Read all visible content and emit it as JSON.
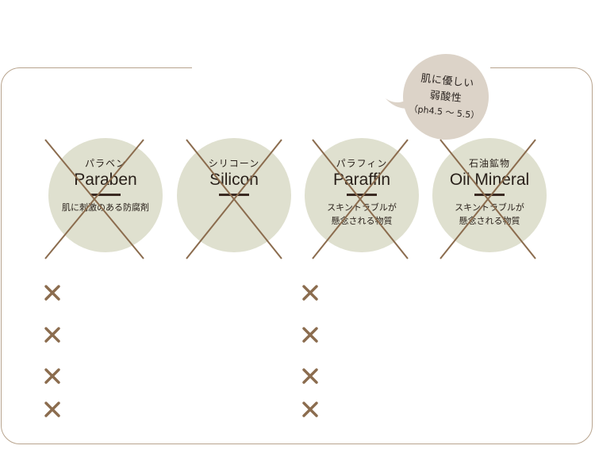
{
  "bubble": {
    "line1": "肌に優しい",
    "line2": "弱酸性",
    "line3": "（ph4.5 ～ 5.5）"
  },
  "items": [
    {
      "kana": "パラベン",
      "name": "Paraben",
      "desc_line1": "肌に刺激のある防腐剤",
      "desc_line2": ""
    },
    {
      "kana": "シリコーン",
      "name": "Silicon",
      "desc_line1": "",
      "desc_line2": ""
    },
    {
      "kana": "パラフィン",
      "name": "Paraffin",
      "desc_line1": "スキントラブルが",
      "desc_line2": "懸念される物質"
    },
    {
      "kana": "石油鉱物",
      "name": "Oil Mineral",
      "desc_line1": "スキントラブルが",
      "desc_line2": "懸念される物質"
    }
  ],
  "xmarks": {
    "icon": "x-mark-icon",
    "left_column_count": 4,
    "right_column_count": 4
  },
  "colors": {
    "frame_border": "#b8a48e",
    "circle_fill": "#dfe0cf",
    "bubble_fill": "#dcd3c8",
    "cross_line": "#8b6c4e",
    "x_mark": "#8b6c4e",
    "text": "#2a211b"
  }
}
